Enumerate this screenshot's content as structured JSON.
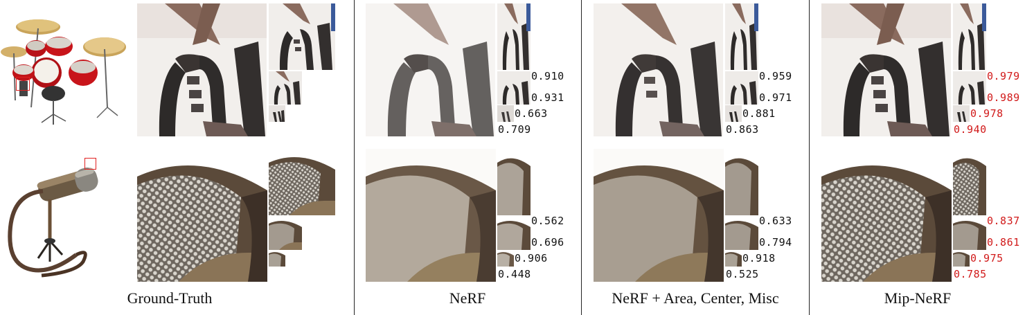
{
  "figure": {
    "columns": [
      {
        "id": "gt",
        "caption": "Ground-Truth"
      },
      {
        "id": "nerf",
        "caption": "NeRF"
      },
      {
        "id": "nerf_amc",
        "caption": "NeRF + Area, Center, Misc"
      },
      {
        "id": "mip",
        "caption": "Mip-NeRF"
      }
    ],
    "scenes": [
      {
        "id": "drums",
        "scores": {
          "nerf": [
            "0.910",
            "0.931",
            "0.663",
            "0.709"
          ],
          "nerf_amc": [
            "0.959",
            "0.971",
            "0.881",
            "0.863"
          ],
          "mip": [
            "0.979",
            "0.989",
            "0.978",
            "0.940"
          ]
        }
      },
      {
        "id": "mic",
        "scores": {
          "nerf": [
            "0.562",
            "0.696",
            "0.906",
            "0.448"
          ],
          "nerf_amc": [
            "0.633",
            "0.794",
            "0.918",
            "0.525"
          ],
          "mip": [
            "0.837",
            "0.861",
            "0.975",
            "0.785"
          ]
        }
      }
    ],
    "best_color": "#d11a1a"
  }
}
